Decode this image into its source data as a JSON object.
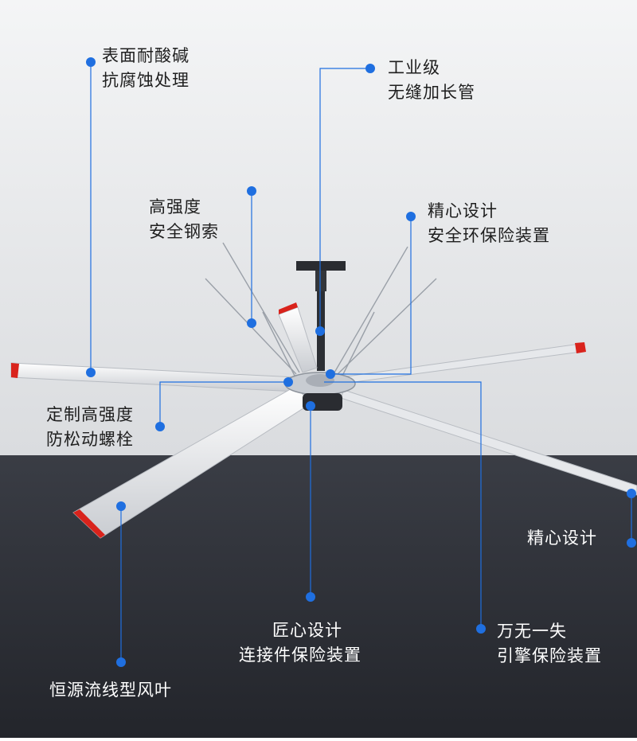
{
  "diagram": {
    "background_top_color": "#ebecee",
    "background_bottom_color": "#2b2d34",
    "accent_color": "#1f6fe0",
    "blade_color": "#e6e8eb",
    "blade_tip_color": "#d9231c",
    "labels": {
      "coating": [
        "表面耐酸碱",
        "抗腐蚀处理"
      ],
      "pipe": [
        "工业级",
        "无缝加长管"
      ],
      "cable": [
        "高强度",
        "安全钢索"
      ],
      "safety_ring": [
        "精心设计",
        "安全环保险装置"
      ],
      "bolt": [
        "定制高强度",
        "防松动螺栓"
      ],
      "blade_right": [
        "精心设计"
      ],
      "connector": [
        "匠心设计",
        "连接件保险装置"
      ],
      "motor": [
        "万无一失",
        "引擎保险装置"
      ],
      "blade_shape": [
        "恒源流线型风叶"
      ]
    }
  }
}
